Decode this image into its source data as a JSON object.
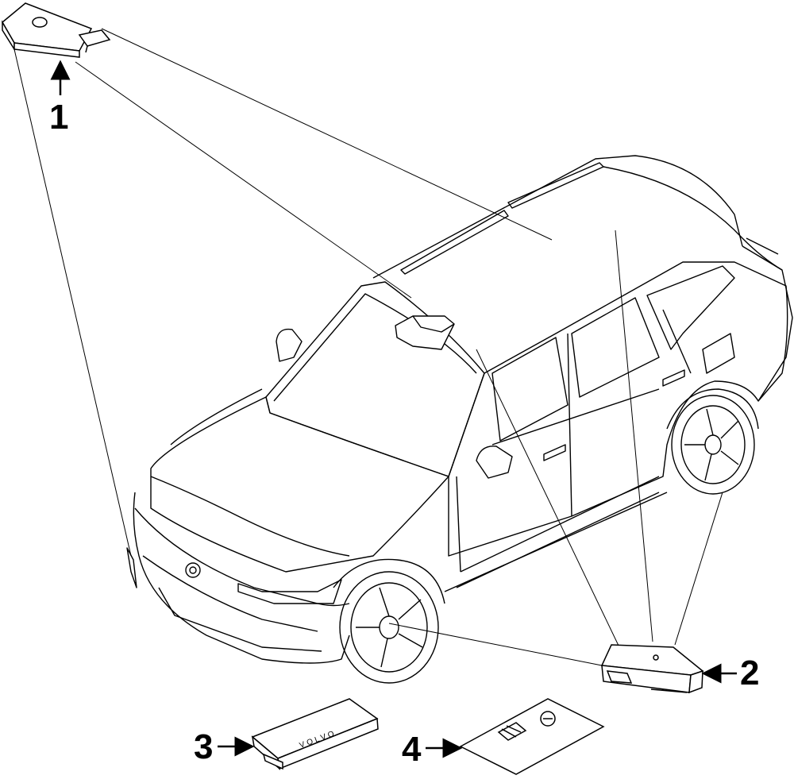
{
  "diagram": {
    "callouts": [
      {
        "number": "1",
        "part": "module-unit"
      },
      {
        "number": "2",
        "part": "module-unit"
      },
      {
        "number": "3",
        "part": "key-card"
      },
      {
        "number": "4",
        "part": "label-sheet"
      }
    ],
    "key_card_text": "VOLVO",
    "colors": {
      "line": "#000000",
      "background": "#ffffff"
    }
  }
}
